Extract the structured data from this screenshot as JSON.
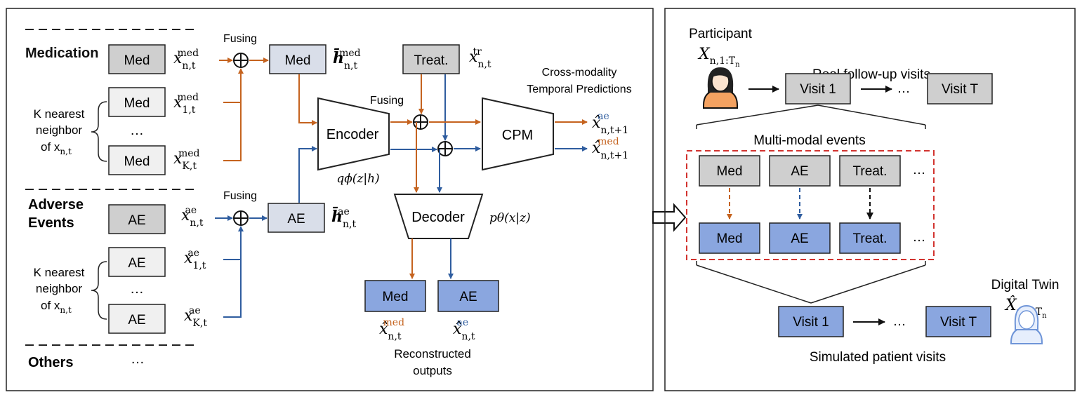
{
  "colors": {
    "orange": "#c5631f",
    "blue": "#2f5d9f",
    "gray_box": "#cfcfcf",
    "light_box": "#f0f0f0",
    "pale_blue": "#d9dee9",
    "sim_blue": "#8aa6df",
    "red_dash": "#d2332f"
  },
  "left_panel": {
    "medication": {
      "label": "Medication",
      "box": "Med",
      "var": "x",
      "var_sub": "n,t",
      "var_sup": "med",
      "neighbor_boxes": [
        "Med",
        "Med"
      ],
      "neighbor_vars": [
        {
          "sub": "1,t",
          "sup": "med"
        },
        {
          "sub": "K,t",
          "sup": "med"
        }
      ],
      "ellipsis": "…",
      "knn_line1": "K nearest",
      "knn_line2": "neighbor",
      "knn_line3": "of x",
      "knn_sub": "n,t",
      "fusing": "Fusing",
      "fused_box": "Med",
      "fused_var": "h̄",
      "fused_sub": "n,t",
      "fused_sup": "med"
    },
    "adverse": {
      "label_line1": "Adverse",
      "label_line2": "Events",
      "box": "AE",
      "var": "x",
      "var_sub": "n,t",
      "var_sup": "ae",
      "neighbor_boxes": [
        "AE",
        "AE"
      ],
      "neighbor_vars": [
        {
          "sub": "1,t",
          "sup": "ae"
        },
        {
          "sub": "K,t",
          "sup": "ae"
        }
      ],
      "ellipsis": "…",
      "knn_line1": "K nearest",
      "knn_line2": "neighbor",
      "knn_line3": "of x",
      "knn_sub": "n,t",
      "fusing": "Fusing",
      "fused_box": "AE",
      "fused_var": "h̄",
      "fused_sub": "n,t",
      "fused_sup": "ae"
    },
    "others": {
      "label": "Others",
      "ellipsis": "…"
    },
    "treatment": {
      "box": "Treat.",
      "var": "x",
      "var_sub": "n,t",
      "var_sup": "tr"
    },
    "encoder": {
      "label": "Encoder",
      "formula": "qϕ(z|h)"
    },
    "fusing_center": "Fusing",
    "cpm": {
      "label": "CPM",
      "title_line1": "Cross-modality",
      "title_line2": "Temporal Predictions"
    },
    "outputs": {
      "ae_pred": {
        "var": "x̂",
        "sub": "n,t+1",
        "sup": "ae"
      },
      "med_pred": {
        "var": "x̂",
        "sub": "n,t+1",
        "sup": "med"
      }
    },
    "decoder": {
      "label": "Decoder",
      "formula": "pθ(x|z)"
    },
    "recon": {
      "med_box": "Med",
      "ae_box": "AE",
      "med_var": {
        "var": "x̂",
        "sub": "n,t",
        "sup": "med"
      },
      "ae_var": {
        "var": "x̂",
        "sub": "n,t",
        "sup": "ae"
      },
      "caption_line1": "Reconstructed",
      "caption_line2": "outputs"
    }
  },
  "right_panel": {
    "participant": {
      "label": "Participant",
      "var": "X",
      "sub": "n,1:T",
      "subsub": "n"
    },
    "real_visits_title": "Real follow-up visits",
    "real_visits": [
      "Visit 1",
      "…",
      "Visit T"
    ],
    "events_title": "Multi-modal events",
    "real_events": [
      "Med",
      "AE",
      "Treat.",
      "…"
    ],
    "sim_events": [
      "Med",
      "AE",
      "Treat.",
      "…"
    ],
    "digital_twin": {
      "label": "Digital Twin",
      "var": "X̂",
      "sub": "n,1:T",
      "subsub": "n"
    },
    "sim_visits": [
      "Visit 1",
      "…",
      "Visit T"
    ],
    "sim_visits_title": "Simulated patient visits"
  }
}
